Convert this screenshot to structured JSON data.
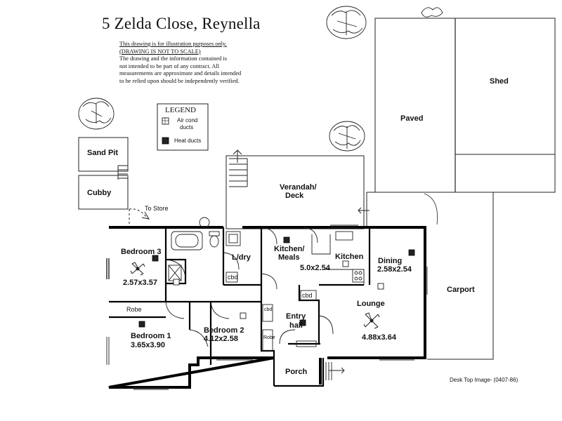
{
  "header": {
    "title": "5 Zelda Close,  Reynella",
    "disclaimer": [
      "This drawing is for illustration purposes only.",
      "(DRAWING IS NOT TO SCALE)",
      "The drawing and the information contained is",
      "not intended to be part of any contract.  All",
      "measurements are approximate and details intended",
      "to be relied upon should be independently verified."
    ]
  },
  "legend": {
    "title": "LEGEND",
    "aircon_line1": "Air cond",
    "aircon_line2": "ducts",
    "heat": "Heat ducts"
  },
  "rooms": {
    "shed": "Shed",
    "paved": "Paved",
    "sandpit": "Sand Pit",
    "cubby": "Cubby",
    "verandah_1": "Verandah/",
    "verandah_2": "Deck",
    "to_store": "To Store",
    "bedroom3": "Bedroom 3",
    "bedroom3_dim": "2.57x3.57",
    "ldry": "L/dry",
    "cbd": "cbd",
    "kitchen_meals_1": "Kitchen/",
    "kitchen_meals_2": "Meals",
    "kitchen_meals_dim": "5.0x2.54",
    "kitchen": "Kitchen",
    "dining": "Dining",
    "dining_dim": "2.58x2.54",
    "carport": "Carport",
    "robe": "Robe",
    "robe2": "Robe",
    "cbd2": "cbd",
    "cbd3": "cbd",
    "bedroom1": "Bedroom 1",
    "bedroom1_dim": "3.65x3.90",
    "bedroom2": "Bedroom 2",
    "bedroom2_dim": "4.12x2.58",
    "entry_1": "Entry",
    "entry_2": "hall",
    "lounge": "Lounge",
    "lounge_dim": "4.88x3.64",
    "porch": "Porch",
    "credit": "Desk Top Image- (0407-86)"
  }
}
